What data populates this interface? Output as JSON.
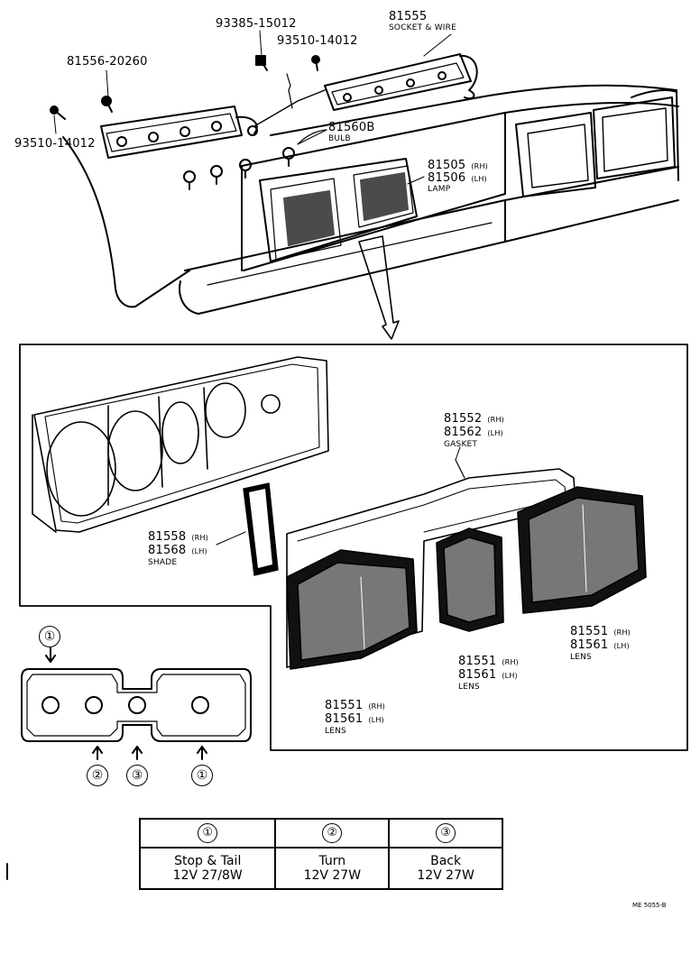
{
  "parts": {
    "p93385": "93385-15012",
    "p81555": "81555",
    "p81555_desc": "SOCKET & WIRE",
    "p93510_top": "93510-14012",
    "p81556": "81556-20260",
    "p93510_left": "93510-14012",
    "p81560": "81560B",
    "p81560_desc": "BULB",
    "p81505": "81505",
    "p81505_side": "(RH)",
    "p81506": "81506",
    "p81506_side": "(LH)",
    "lamp_desc": "LAMP",
    "p81552": "81552",
    "p81552_side": "(RH)",
    "p81562": "81562",
    "p81562_side": "(LH)",
    "gasket_desc": "GASKET",
    "p81558": "81558",
    "p81558_side": "(RH)",
    "p81568": "81568",
    "p81568_side": "(LH)",
    "shade_desc": "SHADE",
    "lens_right_a": "81551",
    "lens_right_a_side": "(RH)",
    "lens_right_b": "81561",
    "lens_right_b_side": "(LH)",
    "lens_right_desc": "LENS",
    "lens_mid_a": "81551",
    "lens_mid_a_side": "(RH)",
    "lens_mid_b": "81561",
    "lens_mid_b_side": "(LH)",
    "lens_mid_desc": "LENS",
    "lens_left_a": "81551",
    "lens_left_a_side": "(RH)",
    "lens_left_b": "81561",
    "lens_left_b_side": "(LH)",
    "lens_left_desc": "LENS"
  },
  "bulb_positions": {
    "top": "①",
    "b1": "②",
    "b2": "③",
    "b3": "①"
  },
  "legend": {
    "headers": [
      "①",
      "②",
      "③"
    ],
    "rows": [
      [
        "Stop & Tail",
        "Turn",
        "Back"
      ],
      [
        "12V 27/8W",
        "12V 27W",
        "12V 27W"
      ]
    ]
  },
  "drawing_code": "ME 5055-B"
}
